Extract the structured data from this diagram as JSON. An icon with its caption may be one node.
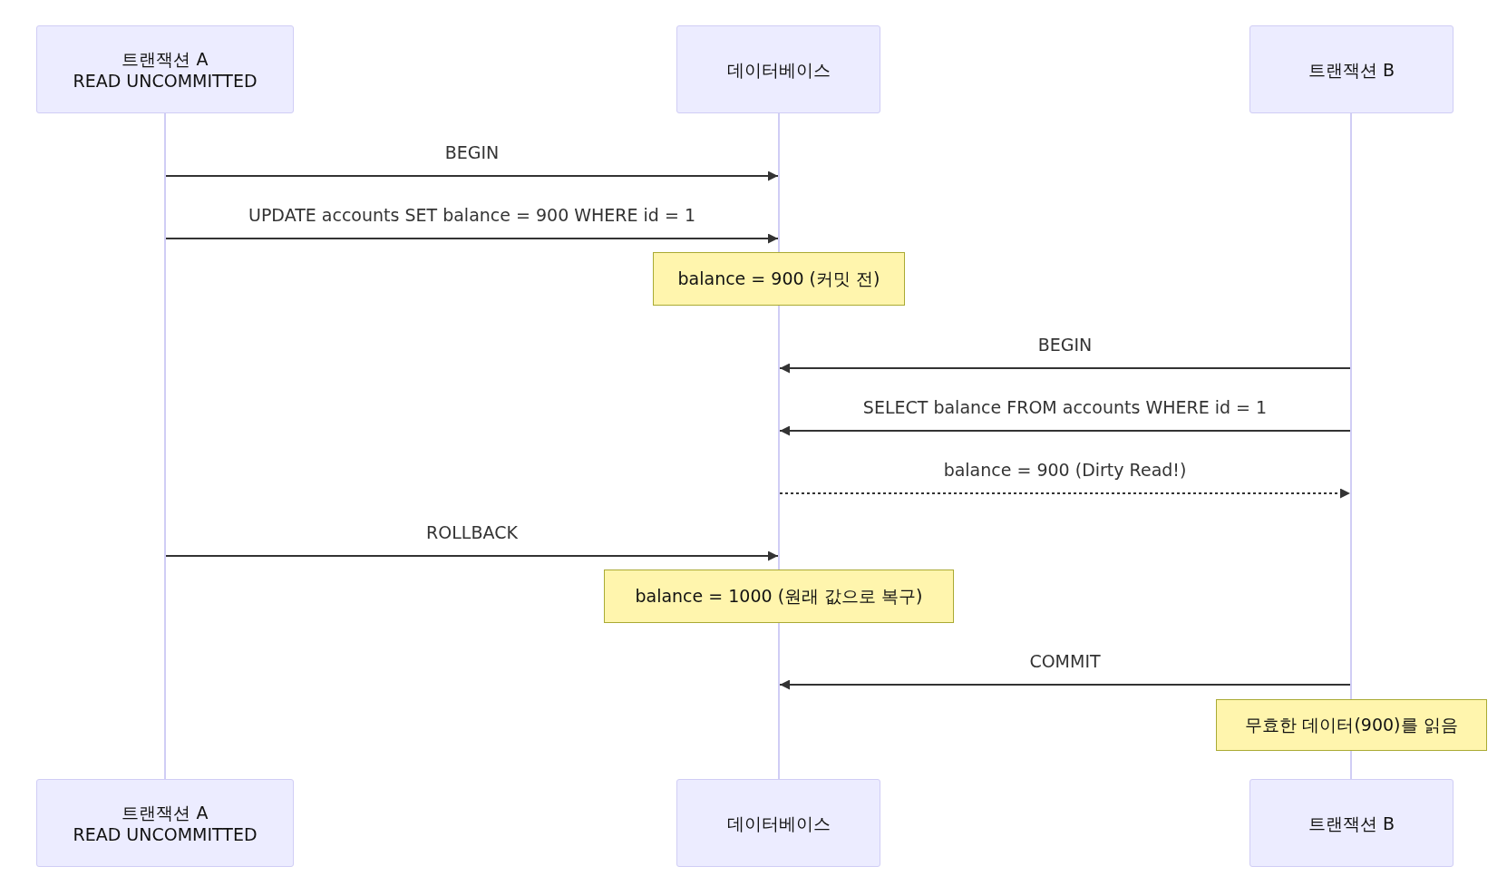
{
  "diagram": {
    "nodes": [
      {
        "text": [
          "트랜잭션 A",
          "READ UNCOMMITTED"
        ]
      },
      {
        "text": [
          "데이터베이스"
        ]
      },
      {
        "text": [
          "트랜잭션 B"
        ]
      },
      {
        "text": [
          "트랜잭션 A",
          "READ UNCOMMITTED"
        ]
      },
      {
        "text": [
          "데이터베이스"
        ]
      },
      {
        "text": [
          "트랜잭션 B"
        ]
      },
      {
        "text": [
          "balance = 900 (커밋 전)"
        ]
      },
      {
        "text": [
          "balance = 1000 (원래 값으로 복구)"
        ]
      },
      {
        "text": [
          "무효한 데이터(900)를 읽음"
        ]
      },
      {
        "text": [],
        "shape": "line"
      },
      {
        "text": [],
        "shape": "line"
      },
      {
        "text": [],
        "shape": "line"
      },
      {
        "text": [],
        "shape": "line"
      },
      {
        "text": [],
        "shape": "line"
      },
      {
        "text": [],
        "shape": "line"
      }
    ],
    "edges": [
      {
        "from": 9,
        "to": 10,
        "arrow": "to",
        "label": "BEGIN"
      },
      {
        "from": 9,
        "to": 10,
        "arrow": "to",
        "label": "UPDATE accounts SET balance = 900 WHERE id = 1"
      },
      {
        "from": 13,
        "to": 11,
        "arrow": "to",
        "label": "BEGIN"
      },
      {
        "from": 13,
        "to": 11,
        "arrow": "to",
        "label": "SELECT balance FROM accounts WHERE id = 1"
      },
      {
        "from": 11,
        "to": 13,
        "arrow": "to",
        "label": "balance = 900 (Dirty Read!)",
        "style": "dashed"
      },
      {
        "from": 9,
        "to": 11,
        "arrow": "to",
        "label": "ROLLBACK"
      },
      {
        "from": 13,
        "to": 12,
        "arrow": "to",
        "label": "COMMIT"
      }
    ]
  }
}
